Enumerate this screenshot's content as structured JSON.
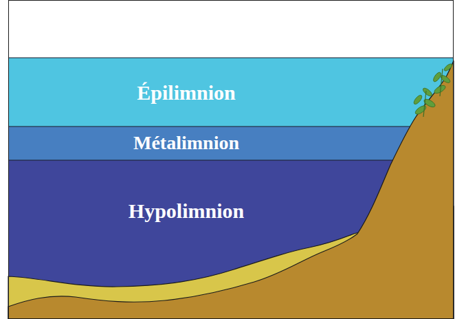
{
  "diagram": {
    "nodes": [
      {
        "text": [
          "Épilimnion"
        ]
      },
      {
        "text": [
          "Métalimnion"
        ]
      },
      {
        "text": [
          "Hypolimnion"
        ]
      }
    ]
  }
}
